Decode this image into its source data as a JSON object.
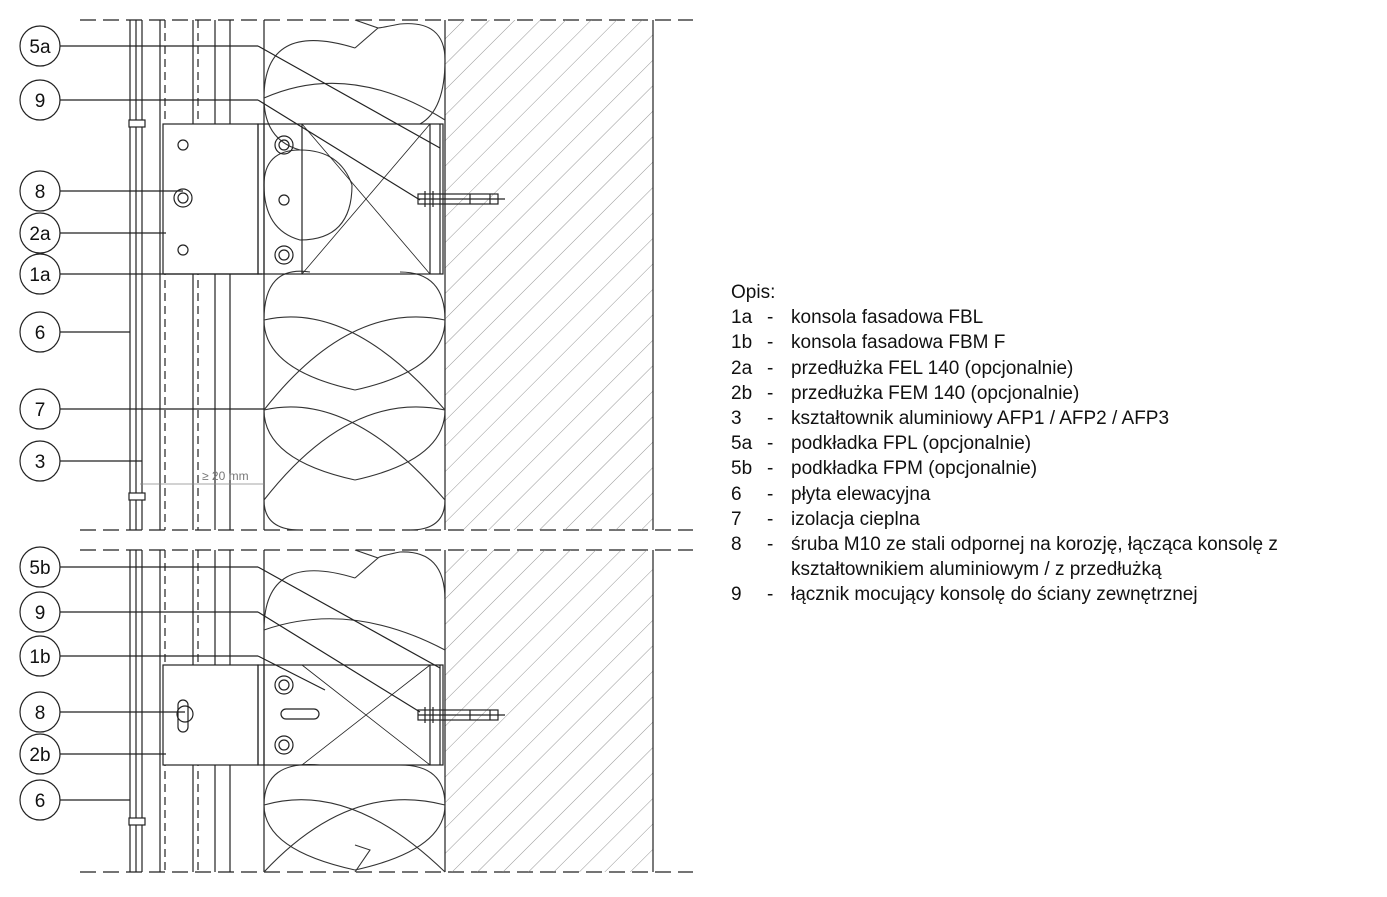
{
  "legend": {
    "title": "Opis:",
    "items": [
      {
        "code": "1a",
        "dash": "-",
        "text": "konsola fasadowa FBL"
      },
      {
        "code": "1b",
        "dash": "-",
        "text": "konsola fasadowa FBM F"
      },
      {
        "code": "2a",
        "dash": "-",
        "text": "przedłużka FEL 140 (opcjonalnie)"
      },
      {
        "code": "2b",
        "dash": "-",
        "text": "przedłużka FEM 140 (opcjonalnie)"
      },
      {
        "code": "3",
        "dash": "-",
        "text": "kształtownik aluminiowy AFP1 / AFP2 / AFP3"
      },
      {
        "code": "5a",
        "dash": "-",
        "text": "podkładka FPL (opcjonalnie)"
      },
      {
        "code": "5b",
        "dash": "-",
        "text": "podkładka FPM (opcjonalnie)"
      },
      {
        "code": "6",
        "dash": "-",
        "text": "płyta elewacyjna"
      },
      {
        "code": "7",
        "dash": "-",
        "text": "izolacja cieplna"
      },
      {
        "code": "8",
        "dash": "-",
        "text": "śruba M10 ze stali odpornej na korozję, łącząca konsolę z\nkształtownikiem aluminiowym / z przedłużką"
      },
      {
        "code": "9",
        "dash": "-",
        "text": "łącznik mocujący konsolę do ściany zewnętrznej"
      }
    ]
  },
  "top_detail": {
    "callouts": [
      "5a",
      "9",
      "8",
      "2a",
      "1a",
      "6",
      "7",
      "3"
    ],
    "dimension_label": "≥ 20 mm"
  },
  "bottom_detail": {
    "callouts": [
      "5b",
      "9",
      "1b",
      "8",
      "2b",
      "6"
    ]
  }
}
